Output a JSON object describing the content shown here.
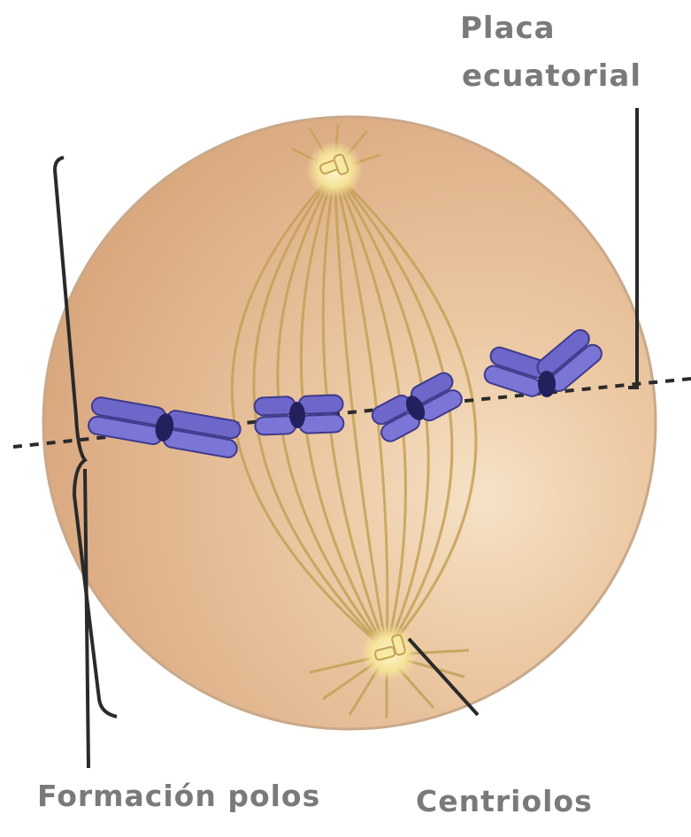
{
  "labels": {
    "placa_line1": "Placa",
    "placa_line2": "ecuatorial",
    "formacion_polos": "Formación polos",
    "centriolos": "Centriolos"
  },
  "colors": {
    "cell_fill": "#e2b58e",
    "cell_highlight": "#f4dcc0",
    "cell_outline": "#c9a98a",
    "spindle": "#c4a256",
    "chromosome": "#6d67c9",
    "chromosome_dark": "#3f3a8c",
    "centrosome": "#f8e9a2",
    "leader_line": "#2a2a2a"
  }
}
